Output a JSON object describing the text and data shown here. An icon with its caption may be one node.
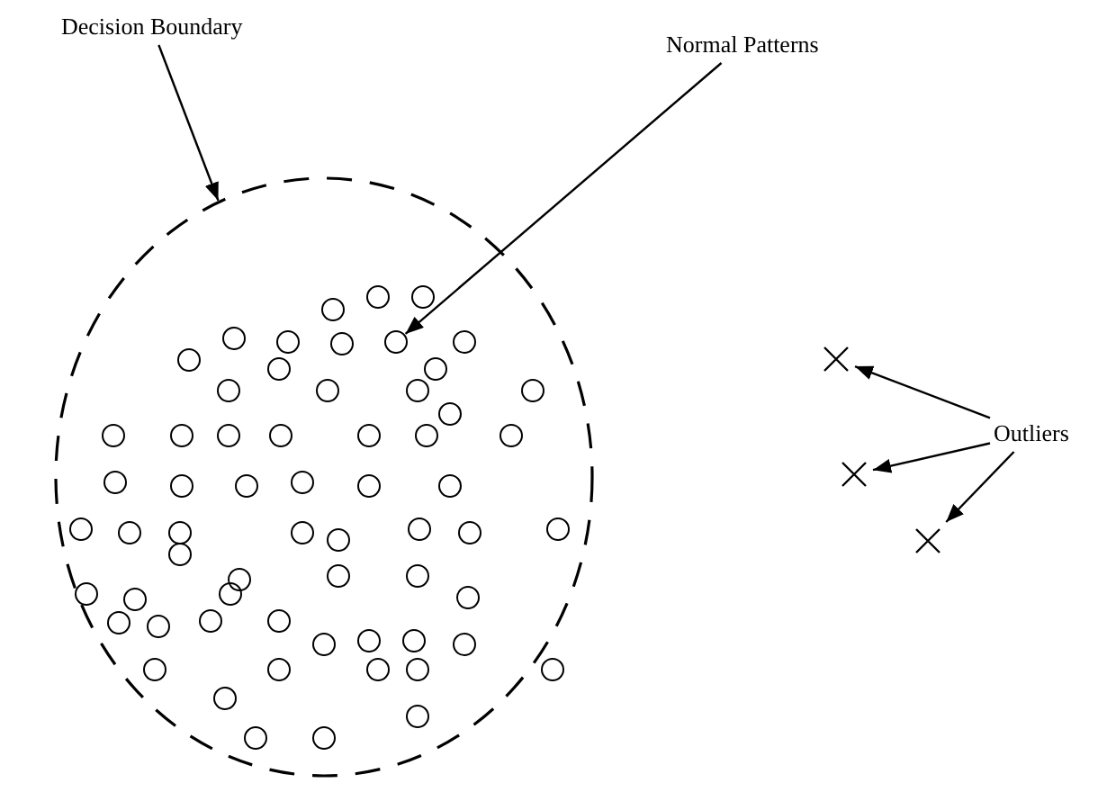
{
  "diagram": {
    "nodes": [
      {
        "text": [
          "Decision Boundary"
        ]
      },
      {
        "text": [
          "Normal Patterns"
        ]
      },
      {
        "text": [],
        "shape": "circle"
      },
      {
        "text": [],
        "shape": "circle",
        "in": 2
      },
      {
        "text": [],
        "shape": "cross"
      },
      {
        "text": [
          "Outliers"
        ]
      },
      {
        "text": [],
        "shape": "cross"
      },
      {
        "text": [],
        "shape": "cross"
      }
    ],
    "edges": [
      {
        "from": 0,
        "to": 2,
        "arrow": "to"
      },
      {
        "from": 1,
        "to": 3,
        "arrow": "to"
      },
      {
        "from": 5,
        "to": 4,
        "arrow": "to"
      },
      {
        "from": 5,
        "to": 6,
        "arrow": "to"
      },
      {
        "from": 5,
        "to": 7,
        "arrow": "to"
      }
    ]
  }
}
